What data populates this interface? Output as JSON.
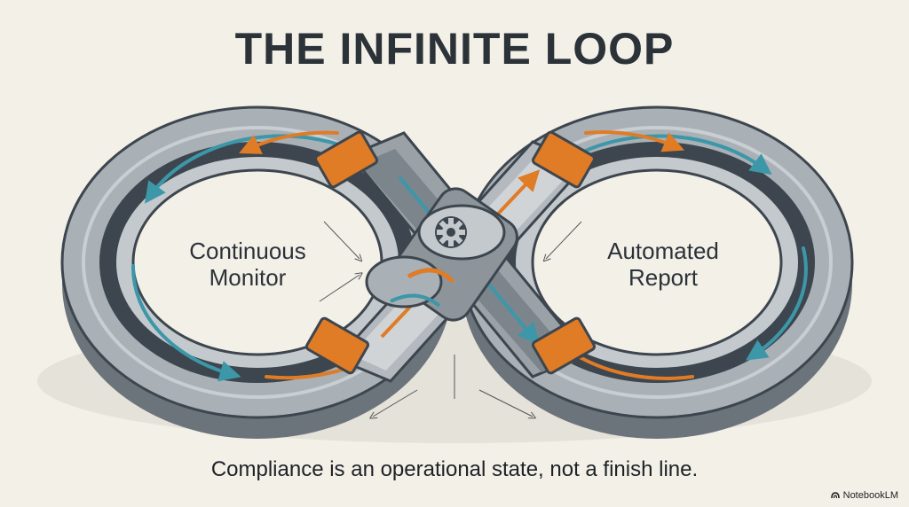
{
  "title": "THE INFINITE LOOP",
  "labels": {
    "left": [
      "Continuous",
      "Monitor"
    ],
    "right": [
      "Automated",
      "Report"
    ]
  },
  "caption": "Compliance is an operational state, not a finish line.",
  "watermark": "NotebookLM",
  "icons": {
    "hub": "gear-icon",
    "flow": "arrow-icon",
    "brackets": "orange-clamp"
  },
  "colors": {
    "background": "#f3f0e8",
    "track_metal": "#a9b0b6",
    "track_dark": "#3d464e",
    "accent_orange": "#e07b26",
    "accent_teal": "#3c97a8",
    "text": "#2b3238"
  }
}
